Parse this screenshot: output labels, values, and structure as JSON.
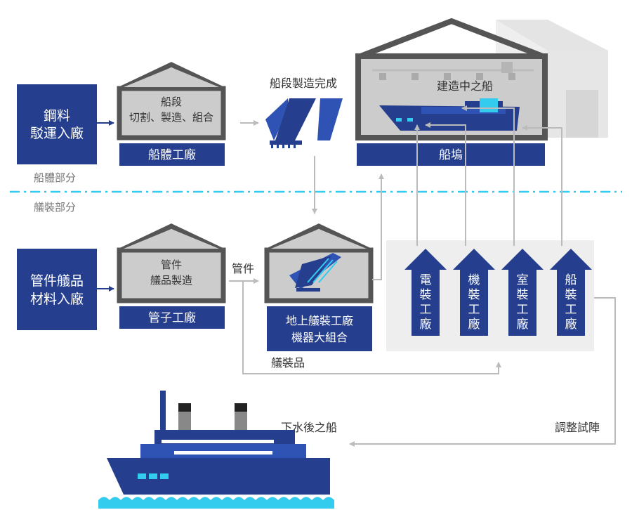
{
  "sections": {
    "hull": "船體部分",
    "outfit": "艤裝部分"
  },
  "steel_input": {
    "line1": "鋼料",
    "line2": "駁運入廠"
  },
  "pipe_input": {
    "line1": "管件艤品",
    "line2": "材料入廠"
  },
  "hull_factory": {
    "roof_line1": "船段",
    "roof_line2": "切割、製造、組合",
    "label": "船體工廠"
  },
  "block_complete": "船段製造完成",
  "shipyard": {
    "roof_label": "建造中之船",
    "label": "船塢"
  },
  "pipe_factory": {
    "roof_line1": "管件",
    "roof_line2": "艤品製造",
    "label": "管子工廠"
  },
  "pipe_flow_label": "管件",
  "ground_outfit": {
    "label_line1": "地上艤裝工廠",
    "label_line2": "機器大組合"
  },
  "outfit_goods": "艤裝品",
  "arrows": [
    {
      "id": "electrical",
      "label": "電裝工廠"
    },
    {
      "id": "machinery",
      "label": "機裝工廠"
    },
    {
      "id": "cabin",
      "label": "室裝工廠"
    },
    {
      "id": "hull_outfit",
      "label": "船裝工廠"
    }
  ],
  "sea_trial": "調整試陣",
  "launched_ship": "下水後之船",
  "colors": {
    "navy": "#253f8e",
    "blue": "#2f53b5",
    "cyan": "#33ccee",
    "house_gray": "#cccccc",
    "roof_dark": "#555555",
    "flow_gray": "#bbbbbb",
    "outfit_panel": "#eeeeef"
  }
}
